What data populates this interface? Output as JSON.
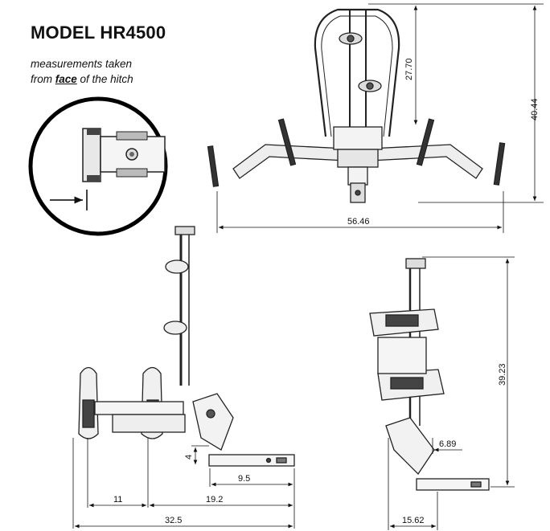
{
  "title": "MODEL HR4500",
  "note": {
    "line1": "measurements taken",
    "line2_prefix": "from ",
    "line2_emphasis": "face",
    "line2_suffix": " of the hitch"
  },
  "dimensions": {
    "top_width": "56.46",
    "top_height": "40.44",
    "top_arm_height": "27.70",
    "side_left_total": "32.5",
    "side_left_span1": "11",
    "side_left_span2": "19.2",
    "side_left_hitch": "9.5",
    "side_left_rise": "4",
    "side_right_height": "39.23",
    "side_right_offset": "6.89",
    "side_right_depth": "15.62"
  }
}
